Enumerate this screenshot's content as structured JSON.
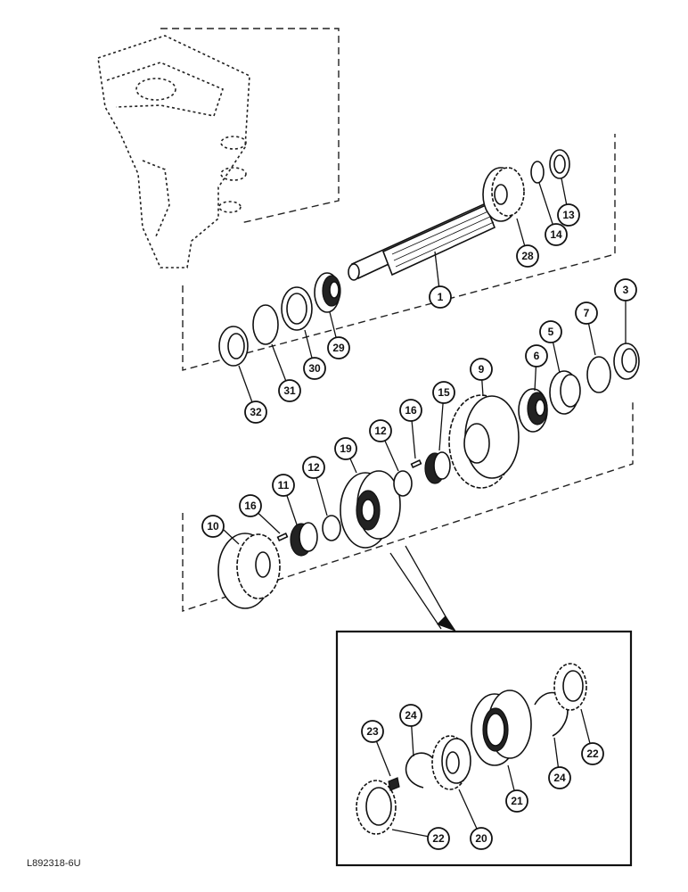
{
  "reference_code": "L892318-6U",
  "callouts": {
    "c1": "1",
    "c3": "3",
    "c5": "5",
    "c6": "6",
    "c7": "7",
    "c9": "9",
    "c10": "10",
    "c11": "11",
    "c12a": "12",
    "c12b": "12",
    "c13": "13",
    "c14": "14",
    "c15": "15",
    "c16a": "16",
    "c16b": "16",
    "c19": "19",
    "c20": "20",
    "c21": "21",
    "c22a": "22",
    "c22b": "22",
    "c23": "23",
    "c24a": "24",
    "c24b": "24",
    "c28": "28",
    "c29": "29",
    "c30": "30",
    "c31": "31",
    "c32": "32"
  }
}
